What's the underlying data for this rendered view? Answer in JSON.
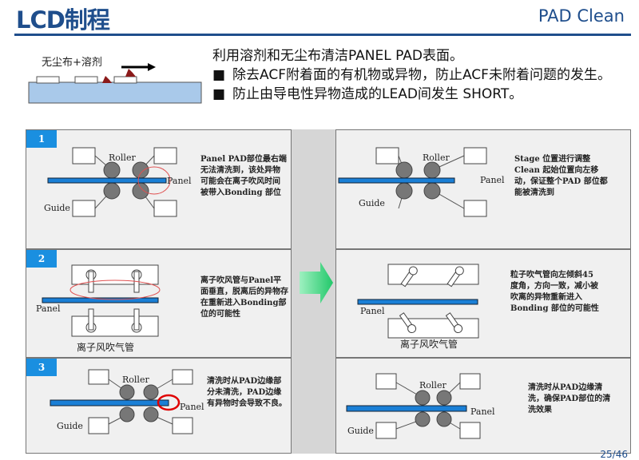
{
  "header": {
    "title": "LCD制程",
    "subtitle": "PAD Clean"
  },
  "intro": {
    "diagram_label": "无尘布+溶剂",
    "lead": "利用溶剂和无尘布清洁PANEL PAD表面。",
    "bullets": [
      "除去ACF附着面的有机物或异物，防止ACF未附着问题的发生。",
      "防止由导电性异物造成的LEAD间发生 SHORT。"
    ]
  },
  "steps": [
    {
      "number": "1",
      "labels": {
        "roller": "Roller",
        "guide": "Guide",
        "panel": "Panel"
      },
      "before_text": "Panel PAD部位最右端无法清洗到，该处异物可能会在离子吹风时间被带入Bonding 部位",
      "after_text": "Stage 位置进行调整 Clean 起始位置向左移动，保证整个PAD 部位都能被清洗到"
    },
    {
      "number": "2",
      "labels": {
        "panel": "Panel",
        "nozzle": "离子风吹气管"
      },
      "before_text": "离子吹风管与Panel平面垂直，脱离后的异物存在重新进入Bonding部位的可能性",
      "after_text": "粒子吹气管向左倾斜45度角，方向一致，减小被吹离的异物重新进入Bonding 部位的可能性"
    },
    {
      "number": "3",
      "labels": {
        "roller": "Roller",
        "guide": "Guide",
        "panel": "Panel"
      },
      "before_text": "清洗时从PAD边缘部分未清洗，PAD边缘有异物时会导致不良。",
      "after_text": "清洗时从PAD边缘清洗，确保PAD部位的清洗效果"
    }
  ],
  "page": "25/46",
  "colors": {
    "brand": "#1f4e8c",
    "panel_bar": "#1a7fd6",
    "highlight": "#e05050",
    "arrow": "#3ddc84"
  }
}
